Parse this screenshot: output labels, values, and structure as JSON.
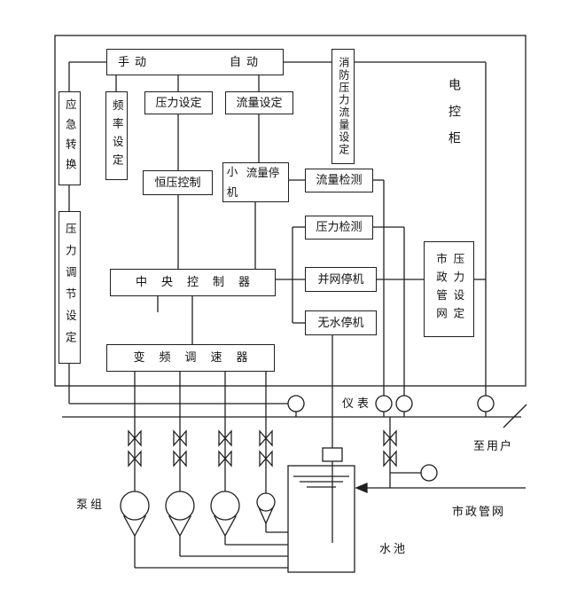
{
  "cabinet": {
    "label": "电控柜",
    "manual_auto": {
      "manual": "手动",
      "auto": "自动"
    },
    "fire_flow_setting": "消防压力流量设定",
    "emergency_switch": "应急转换",
    "frequency_setting": "频率设定",
    "pressure_setting": "压力设定",
    "flow_setting": "流量设定",
    "constant_pressure_control": "恒压控制",
    "small_flow_stop": {
      "top_left": "小",
      "bottom_left": "机",
      "right": "流量停"
    },
    "flow_detection": "流量检测",
    "pressure_detection": "压力检测",
    "central_controller": "中央控制器",
    "grid_stop": "并网停机",
    "no_water_stop": "无水停机",
    "municipal_pressure_setting": {
      "col_left": "市政管网",
      "col_right": "压力设定"
    },
    "pressure_adjust_setting": "压力调节设定",
    "vfd": "变频调速器"
  },
  "labels": {
    "instruments": "仪表",
    "to_users": "至用户",
    "pump_group": "泵组",
    "water_tank": "水池",
    "municipal_network": "市政管网"
  },
  "colors": {
    "line": "#1f1f1f",
    "background": "#ffffff"
  }
}
